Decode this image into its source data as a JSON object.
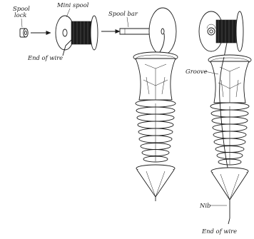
{
  "labels": {
    "spool_lock": [
      "Spool",
      "lock"
    ],
    "mini_spool": "Mini spool",
    "end_of_wire_top": "End of wire",
    "spool_bar": "Spool bar",
    "groove": "Groove",
    "nib": "Nib",
    "end_of_wire_bottom": "End of wire"
  },
  "colors": {
    "ink": "#1a1a1a",
    "wire_fill": "#1c1c1c",
    "background": "#ffffff"
  }
}
